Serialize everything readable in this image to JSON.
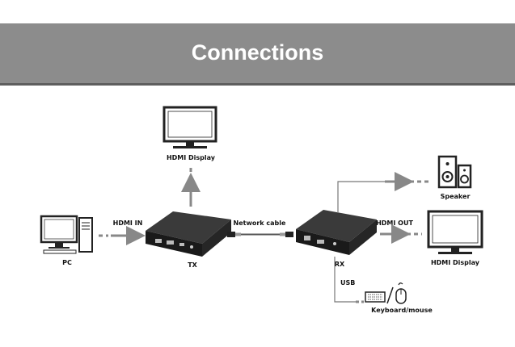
{
  "header": {
    "title": "Connections"
  },
  "labels": {
    "hdmi_display_top": "HDMI Display",
    "pc": "PC",
    "hdmi_in": "HDMI IN",
    "tx": "TX",
    "network_cable": "Network cable",
    "rx": "RX",
    "hdmi_out": "HDMI OUT",
    "hdmi_display_right": "HDMI Display",
    "speaker": "Speaker",
    "usb": "USB",
    "keyboard_mouse": "Keyboard/mouse"
  },
  "colors": {
    "header_bg": "#8c8c8c",
    "arrow": "#888888",
    "line": "#777777",
    "device": "#1a1a1a"
  }
}
